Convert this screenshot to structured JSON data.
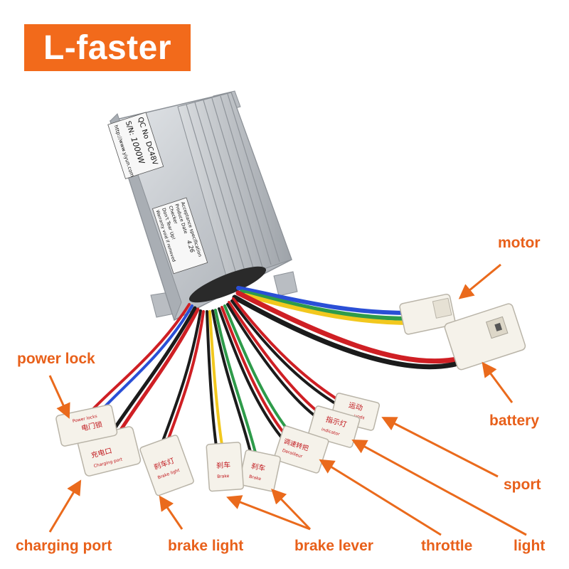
{
  "brand": {
    "name": "L-faster"
  },
  "controller": {
    "qc_label": "QC No",
    "voltage": "DC48V",
    "serial_label": "S/N:",
    "power": "1000W",
    "website": "http://www.yiyun.com",
    "acceptance": "Acceptance specification",
    "produce_date": "Produce Date",
    "date_value": "4.26",
    "checker": "Checker",
    "dont_tear": "Don't Tear Up!",
    "warranty": "Warranty void if removed"
  },
  "connectors": {
    "power_lock": {
      "en": "Power locks",
      "cn": "电门锁"
    },
    "charging": {
      "en": "Charging port",
      "cn": "充电口"
    },
    "brake_light": {
      "en": "Brake light",
      "cn": "刹车灯"
    },
    "brake_1": {
      "en": "Brake",
      "cn": "刹车"
    },
    "brake_2": {
      "en": "Brake",
      "cn": "刹车"
    },
    "throttle": {
      "en": "Derailleur",
      "cn": "调速转把"
    },
    "indicator": {
      "en": "indicator",
      "cn": "指示灯"
    },
    "sport": {
      "en": "sport",
      "cn": "运动"
    }
  },
  "callouts": {
    "motor": "motor",
    "battery": "battery",
    "power_lock": "power lock",
    "sport": "sport",
    "charging_port": "charging port",
    "brake_light": "brake light",
    "brake_lever": "brake lever",
    "throttle": "throttle",
    "light": "light"
  },
  "colors": {
    "brand_bg": "#f26a1b",
    "callout": "#e8601a",
    "casing": "#c9cdd2",
    "connector": "#f4f1ea"
  }
}
